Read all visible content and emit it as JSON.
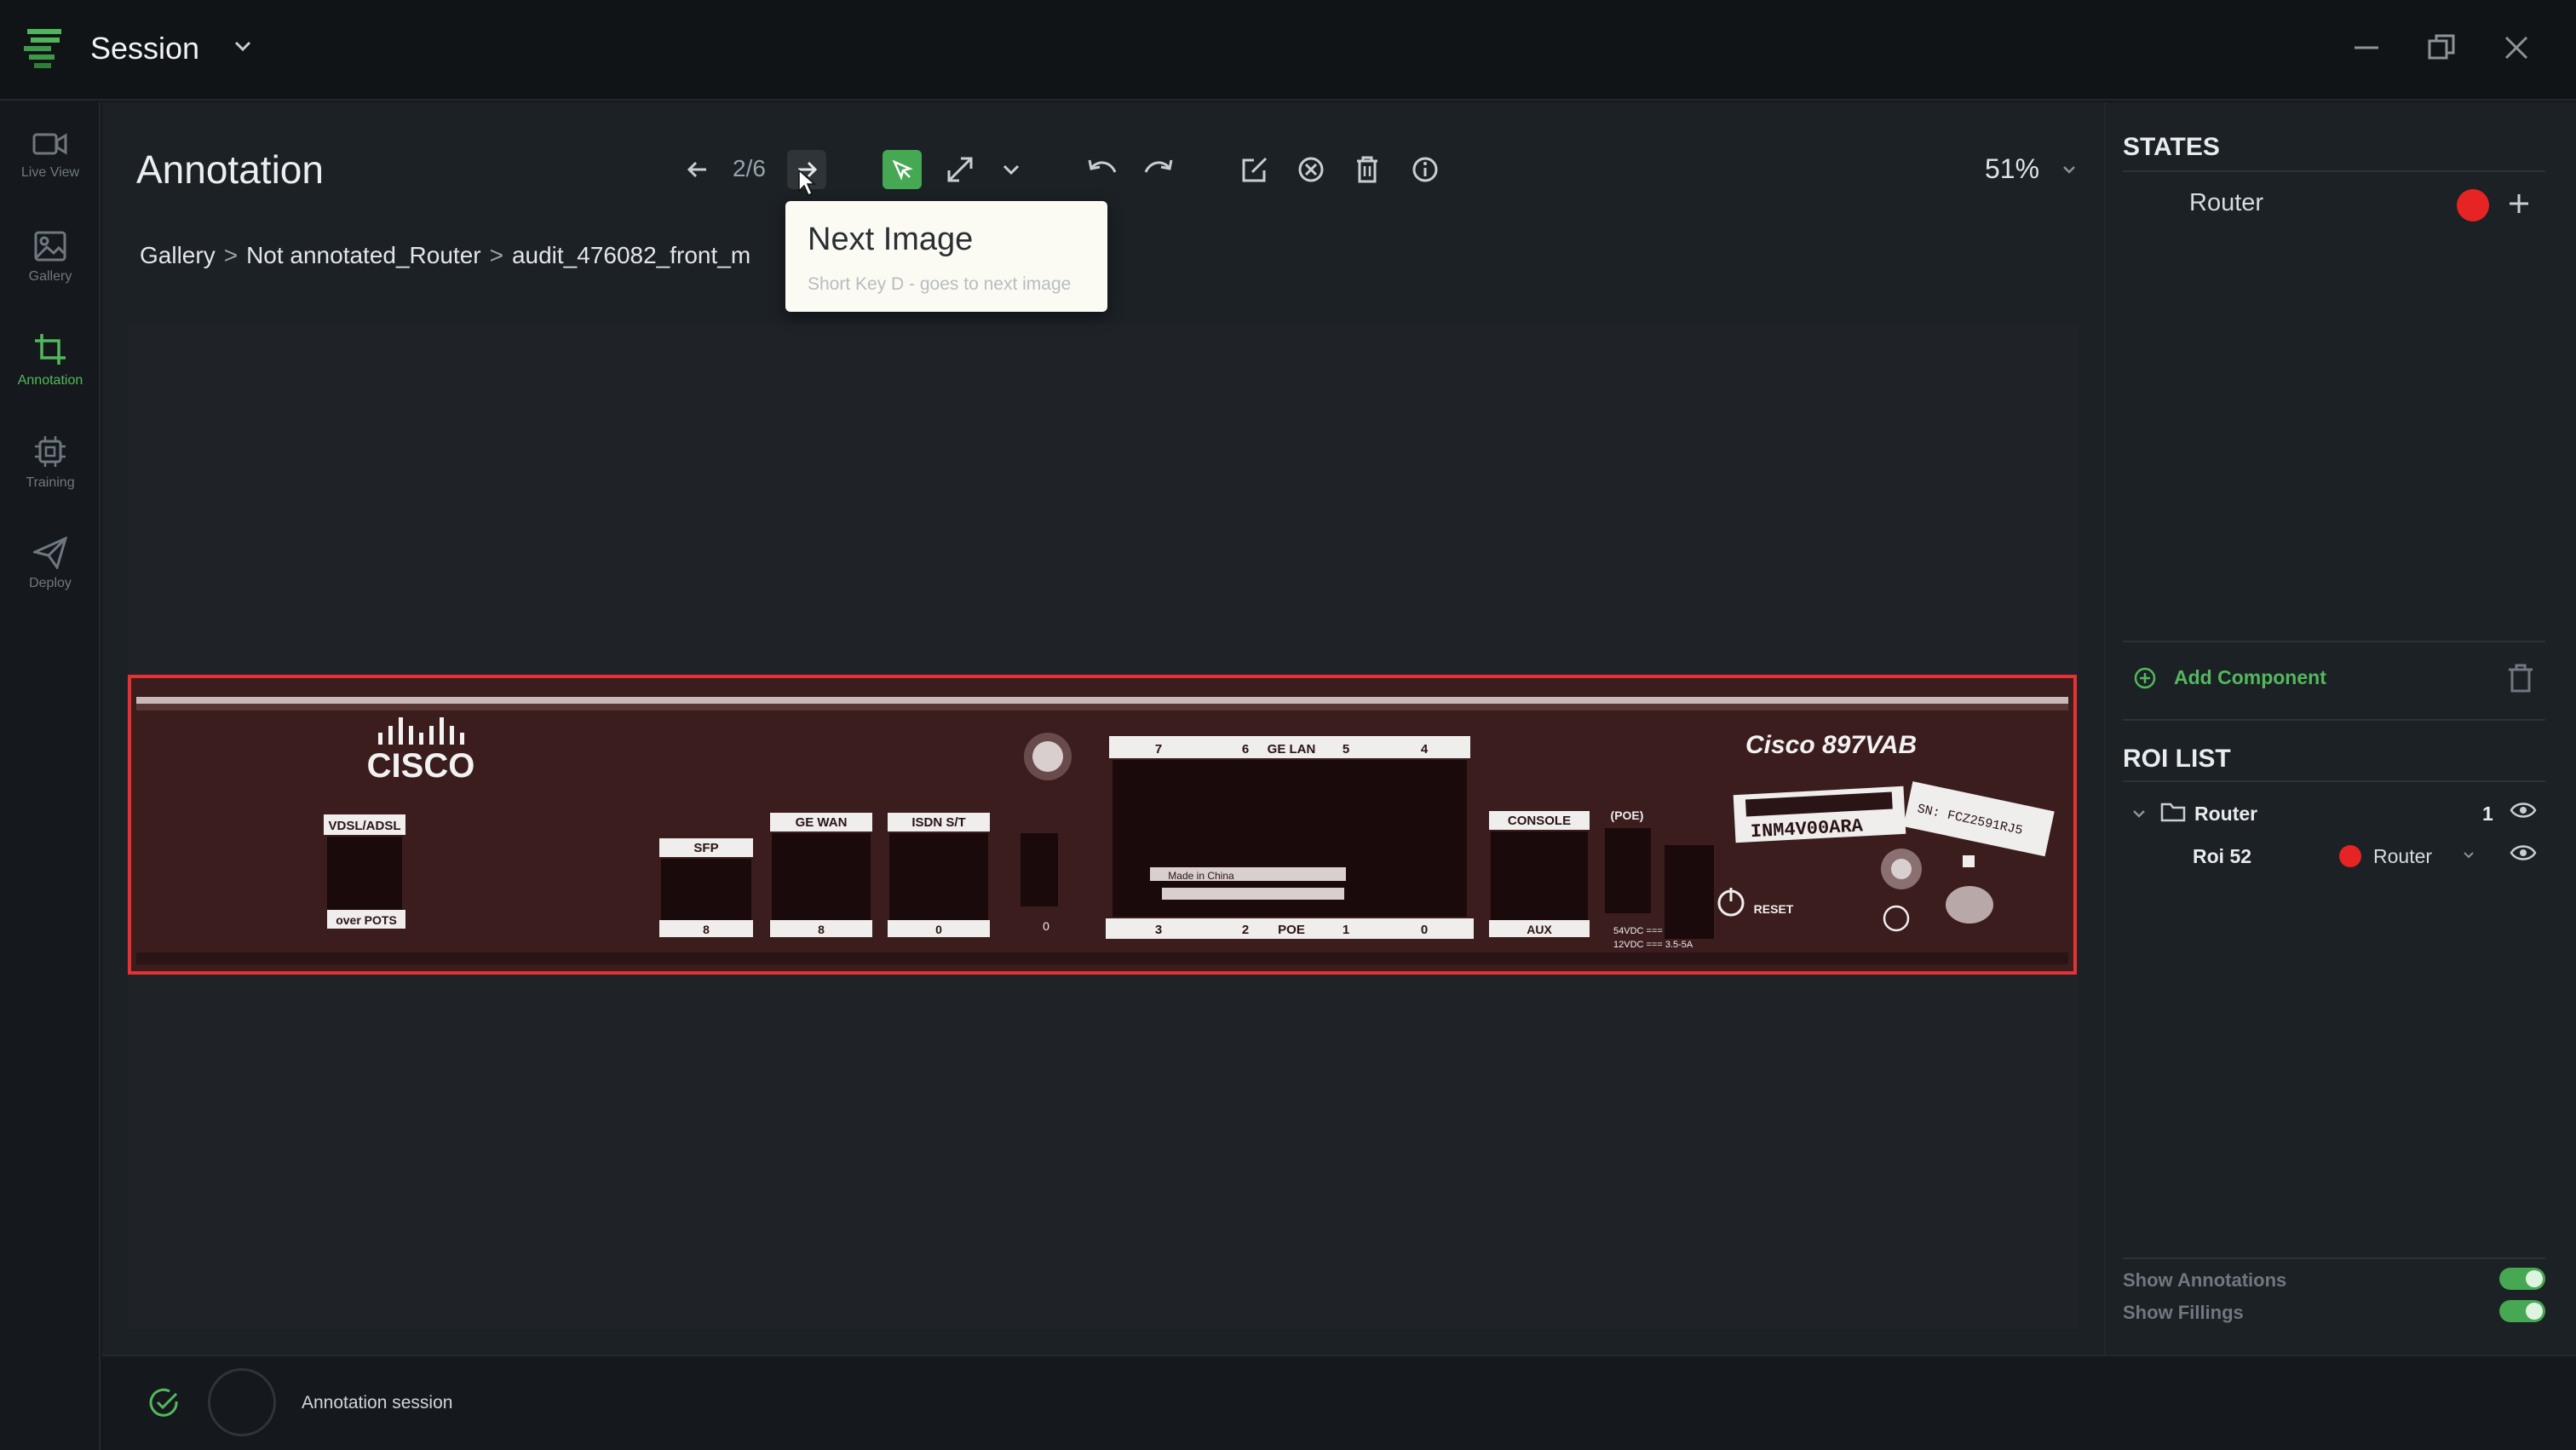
{
  "window": {
    "title": "Session"
  },
  "sidebar": {
    "items": [
      {
        "label": "Live View",
        "icon": "video-camera-icon",
        "active": false
      },
      {
        "label": "Gallery",
        "icon": "image-icon",
        "active": false
      },
      {
        "label": "Annotation",
        "icon": "crop-icon",
        "active": true
      },
      {
        "label": "Training",
        "icon": "chip-icon",
        "active": false
      },
      {
        "label": "Deploy",
        "icon": "paper-plane-icon",
        "active": false
      }
    ]
  },
  "toolbar": {
    "title": "Annotation",
    "page_counter": "2/6",
    "zoom": "51%",
    "accent_color": "#53b85c"
  },
  "breadcrumb": {
    "items": [
      "Gallery",
      "Not annotated_Router",
      "audit_476082_front_m"
    ],
    "separator": ">"
  },
  "tooltip": {
    "title": "Next Image",
    "description": "Short Key D - goes to next image"
  },
  "image": {
    "brand_text": "CISCO",
    "model_text": "Cisco 897VAB",
    "barcode_text": "INM4V00ARA",
    "serial_text": "SN: FCZ2591RJ5",
    "port_labels": {
      "vdsl": "VDSL/ADSL",
      "over_pots": "over POTS",
      "sfp": "SFP",
      "gewan": "GE WAN",
      "isdn": "ISDN S/T",
      "gelan": "GE LAN",
      "console": "CONSOLE",
      "aux": "AUX",
      "poe": "(POE)",
      "poe_bottom": "POE",
      "reset": "RESET",
      "made_in": "Made in China",
      "sfp_num": "8",
      "gewan_num": "8",
      "isdn_num": "0",
      "usb_num": "0",
      "lan_top": [
        "7",
        "6",
        "5",
        "4"
      ],
      "lan_bottom": [
        "3",
        "2",
        "1",
        "0"
      ],
      "power_rating_1": "54VDC === 1.5A",
      "power_rating_2": "12VDC === 3.5-5A"
    },
    "roi_color": "#e53131"
  },
  "states": {
    "heading": "STATES",
    "items": [
      {
        "label": "Router",
        "color": "#e62424"
      }
    ]
  },
  "add_component": {
    "label": "Add Component"
  },
  "roi_list": {
    "heading": "ROI LIST",
    "group": {
      "label": "Router",
      "count": "1"
    },
    "items": [
      {
        "label": "Roi 52",
        "state": "Router",
        "color": "#e62424"
      }
    ]
  },
  "toggles": {
    "show_annotations": {
      "label": "Show Annotations",
      "on": true
    },
    "show_fillings": {
      "label": "Show Fillings",
      "on": true
    }
  },
  "status": {
    "text": "Annotation session"
  }
}
